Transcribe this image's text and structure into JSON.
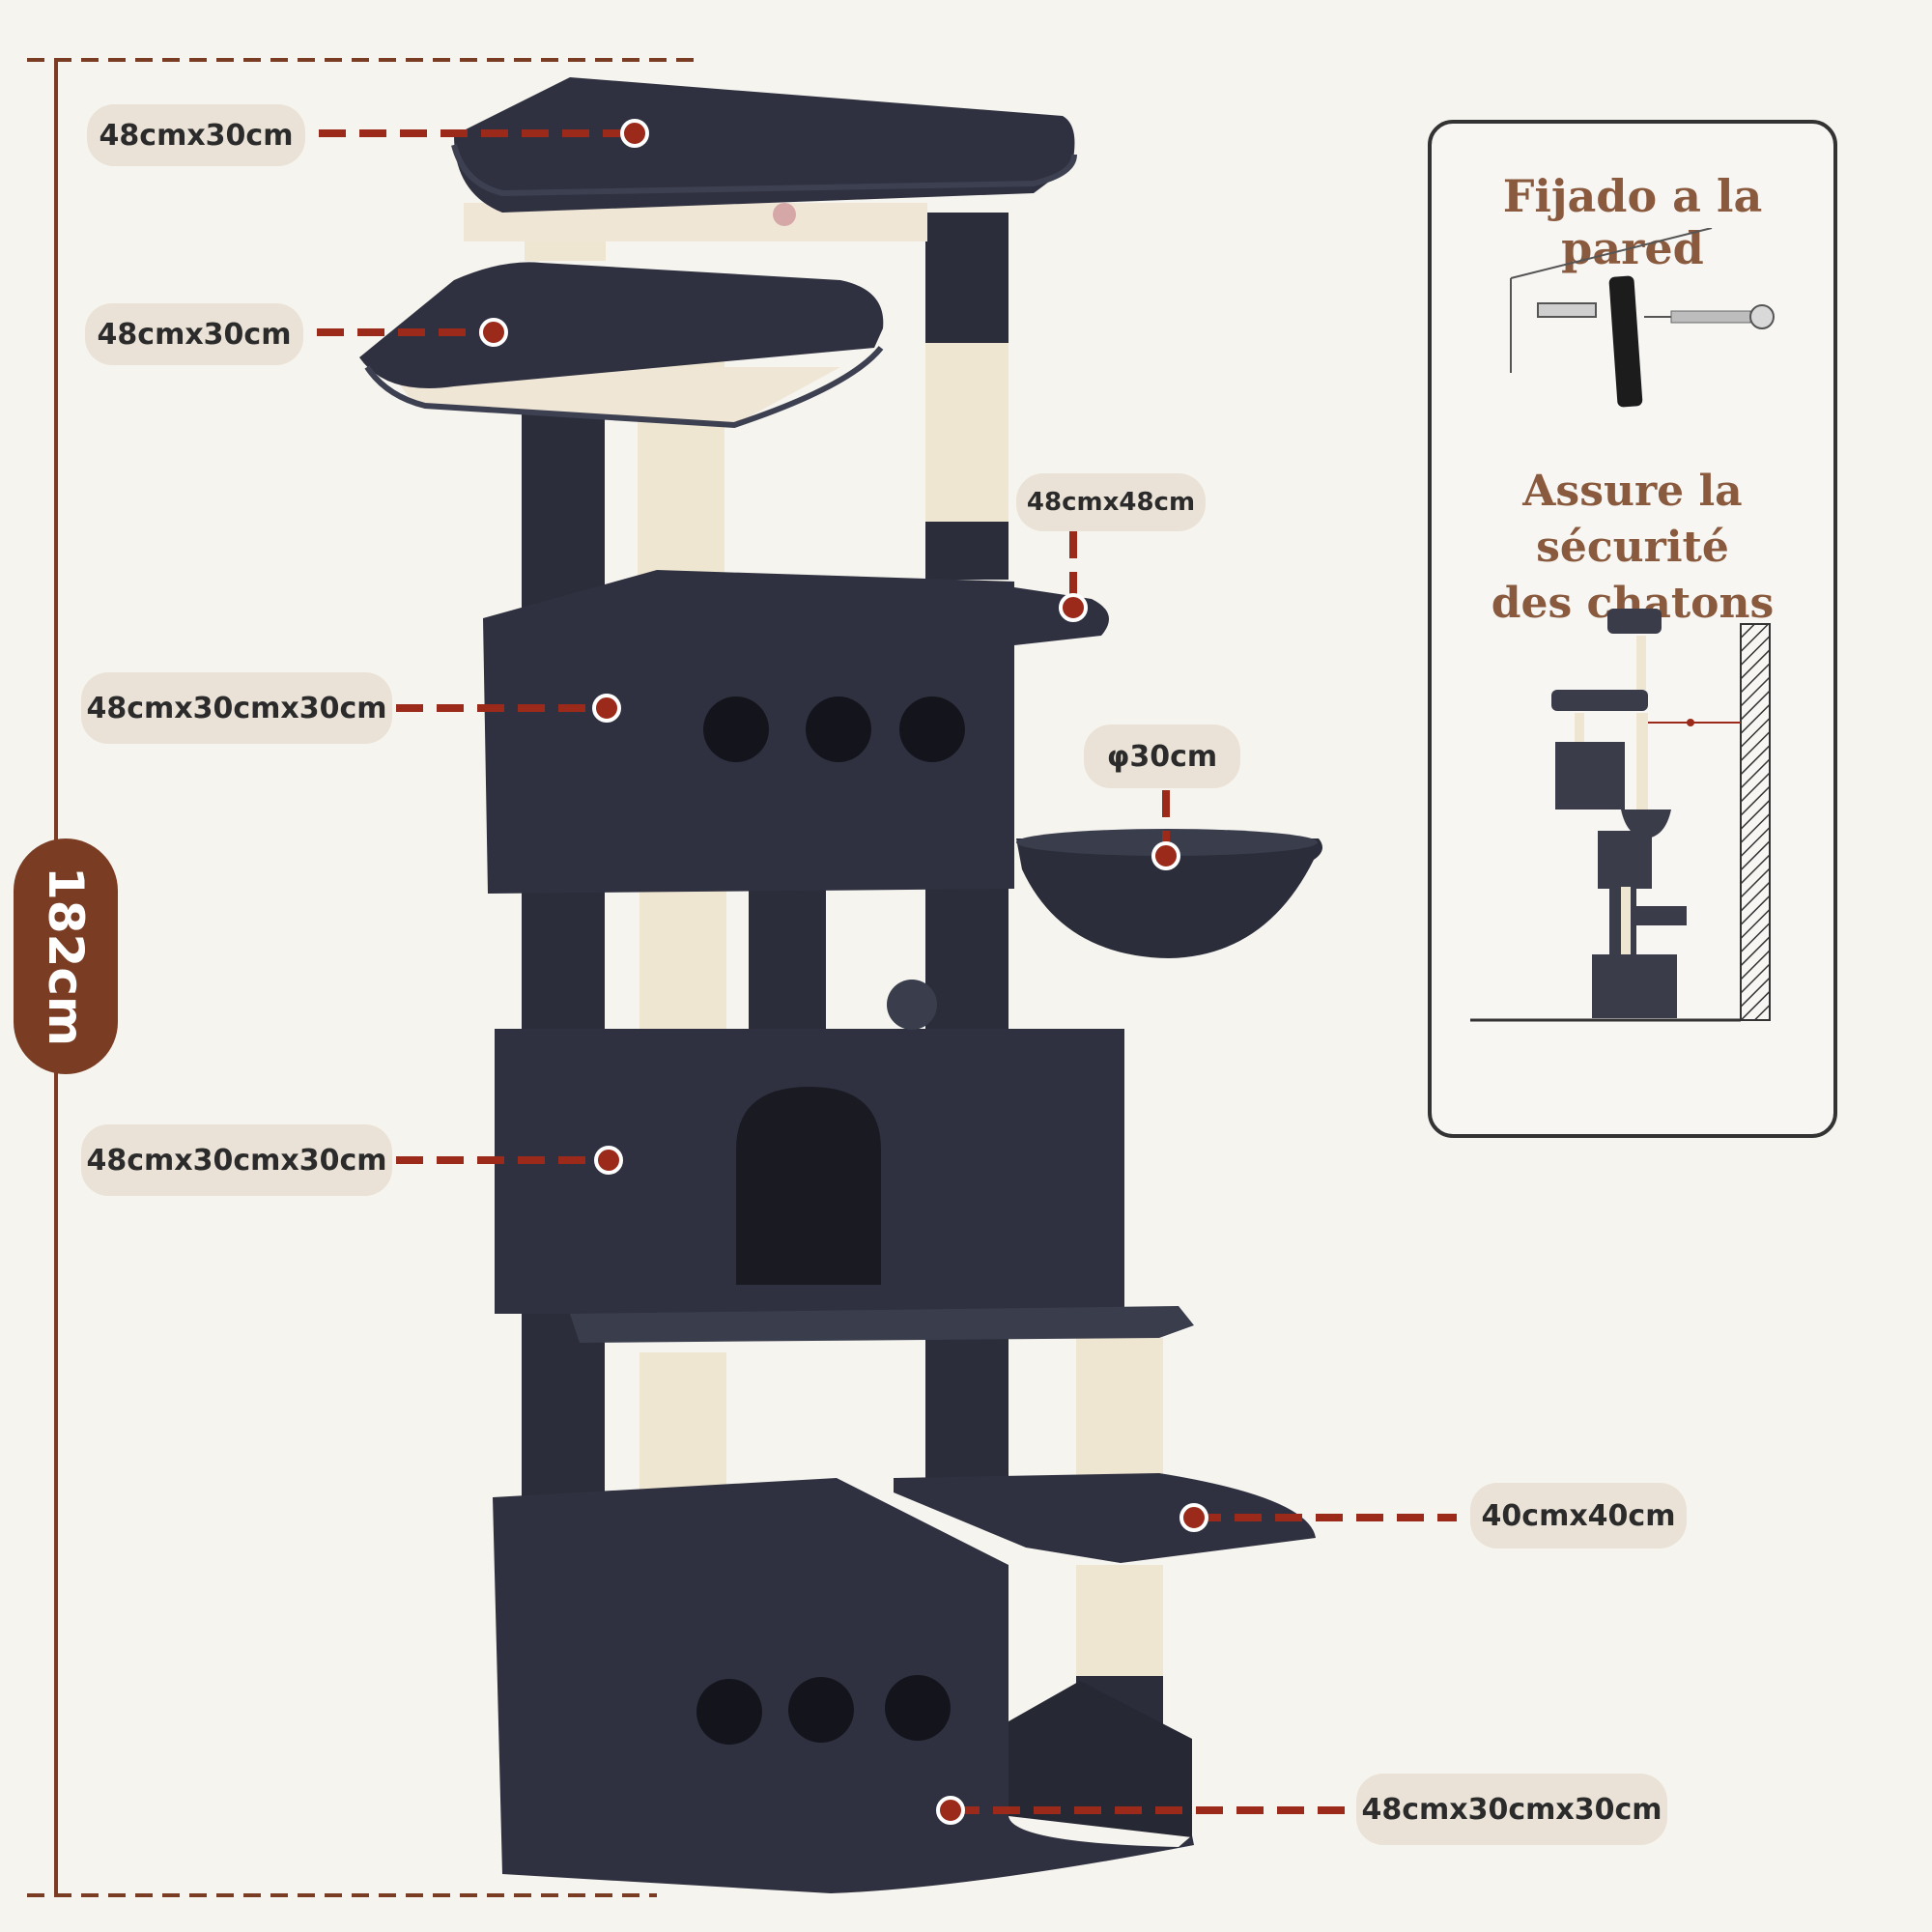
{
  "height_label": "182cm",
  "dimensions": {
    "top_perch": "48cmx30cm",
    "second_perch": "48cmx30cm",
    "corner_platform": "48cmx48cm",
    "upper_condo": "48cmx30cmx30cm",
    "basket": "φ30cm",
    "middle_condo": "48cmx30cmx30cm",
    "side_platform": "40cmx40cm",
    "base_condo": "48cmx30cmx30cm"
  },
  "wall_panel": {
    "title": "Fijado a la pared",
    "subtitle_line1": "Assure la sécurité",
    "subtitle_line2": "des chatons"
  },
  "colors": {
    "plush": "#2f3140",
    "sisal": "#efe6d2",
    "accent_line": "#9b2a1a",
    "badge": "#7a3d24",
    "pill": "#eae2d6",
    "panel_text": "#8a5a3e"
  }
}
